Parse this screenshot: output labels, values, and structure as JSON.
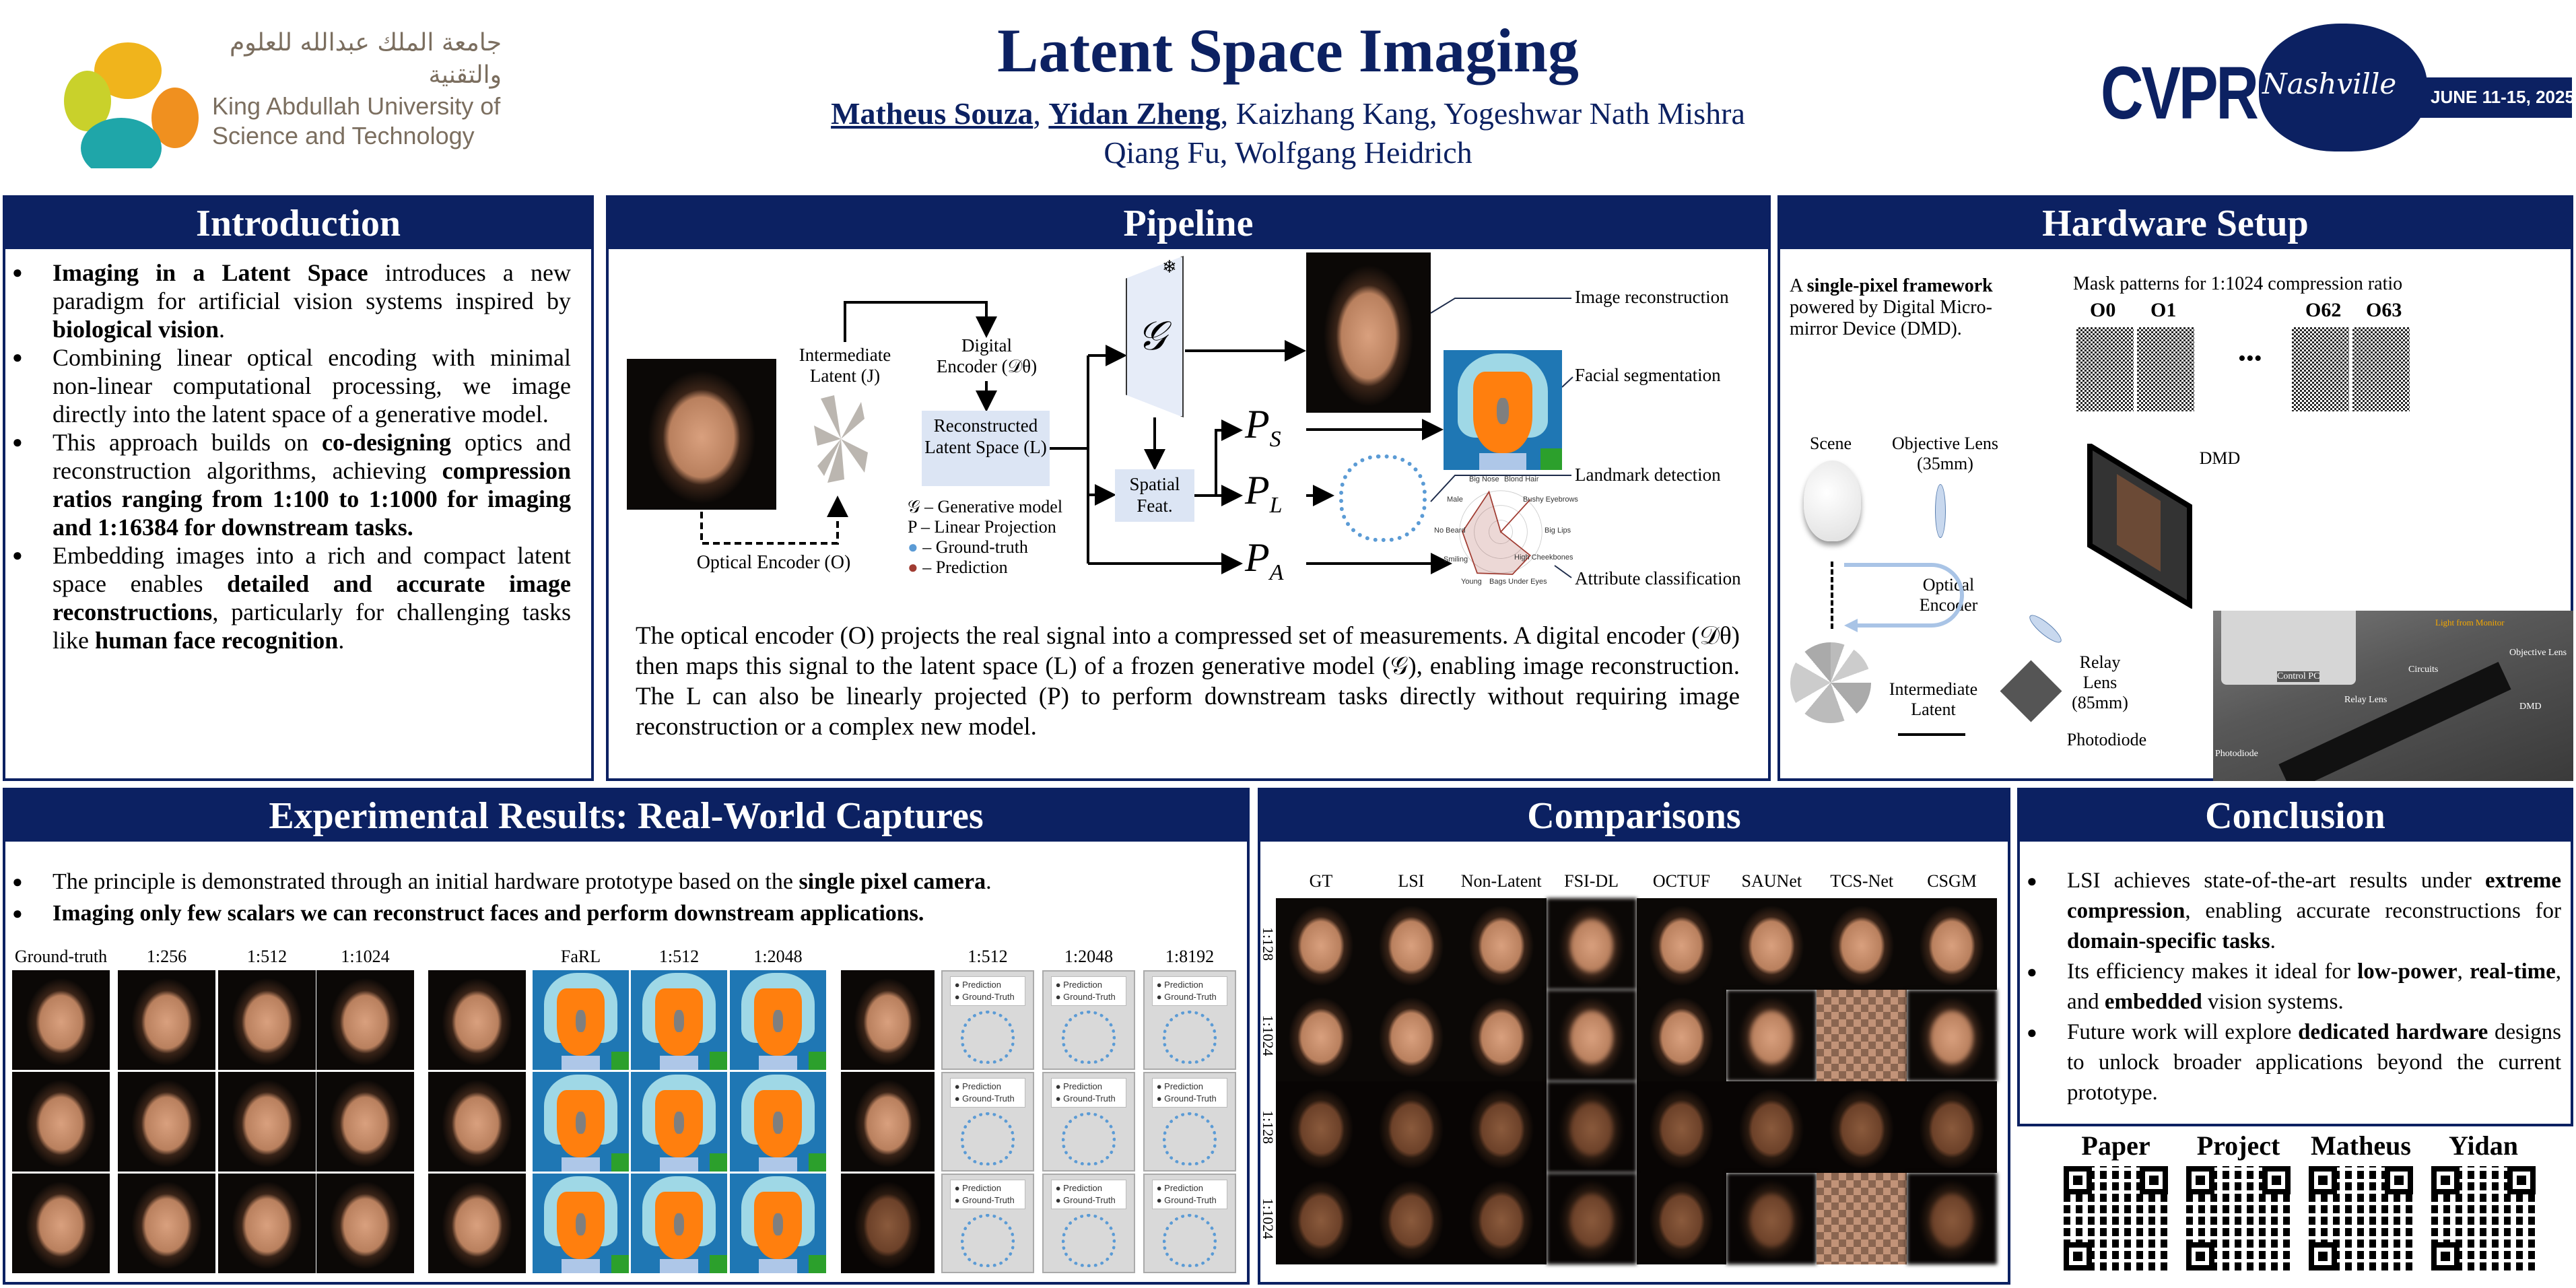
{
  "header": {
    "title": "Latent Space Imaging",
    "authors_line1": [
      {
        "name": "Matheus Souza",
        "underline": true
      },
      {
        "name": "Yidan Zheng",
        "underline": true
      },
      {
        "name": "Kaizhang Kang"
      },
      {
        "name": "Yogeshwar Nath Mishra"
      }
    ],
    "authors_line2": "Qiang Fu, Wolfgang Heidrich",
    "kaust_logo": {
      "arabic": "جامعة الملك عبدالله للعلوم والتقنية",
      "line1": "King Abdullah University of",
      "line2": "Science and Technology"
    },
    "cvpr_logo": {
      "cvpr": "CVPR",
      "city": "Nashville",
      "dates": "JUNE 11-15, 2025"
    }
  },
  "introduction": {
    "title": "Introduction",
    "bullets": [
      [
        {
          "t": "Imaging in a Latent Space",
          "b": true
        },
        {
          "t": " introduces a new paradigm for artificial vision systems inspired by "
        },
        {
          "t": "biological vision",
          "b": true
        },
        {
          "t": "."
        }
      ],
      [
        {
          "t": "Combining linear optical encoding with minimal non-linear computational processing, we image directly into the latent space of a generative model."
        }
      ],
      [
        {
          "t": "This approach builds on "
        },
        {
          "t": "co-designing",
          "b": true
        },
        {
          "t": " optics and reconstruction algorithms, achieving "
        },
        {
          "t": "compression ratios ranging from 1:100 to 1:1000 for imaging and 1:16384 for downstream tasks.",
          "b": true
        }
      ],
      [
        {
          "t": "Embedding images into a rich and compact latent space enables "
        },
        {
          "t": "detailed and accurate image reconstructions",
          "b": true
        },
        {
          "t": ", particularly for challenging tasks like "
        },
        {
          "t": "human face recognition",
          "b": true
        },
        {
          "t": "."
        }
      ]
    ]
  },
  "pipeline": {
    "title": "Pipeline",
    "intermediate_latent": "Intermediate Latent (J)",
    "digital_encoder": "Digital Encoder (𝒟θ)",
    "reconstructed_latent": "Reconstructed Latent Space (L)",
    "optical_encoder": "Optical Encoder (O)",
    "generator": "𝒢",
    "spatial_feat": "Spatial Feat.",
    "ps": "P",
    "ps_sub": "S",
    "pl_sub": "L",
    "pa_sub": "A",
    "legend": [
      "𝒢 – Generative model",
      "P – Linear Projection",
      "– Ground-truth",
      "– Prediction"
    ],
    "outputs": [
      "Image reconstruction",
      "Facial segmentation",
      "Landmark detection",
      "Attribute classification"
    ],
    "radar_labels": [
      "Big Nose",
      "Blond Hair",
      "Bushy Eyebrows",
      "Big Lips",
      "High Cheekbones",
      "Bags Under Eyes",
      "Young",
      "Smiling",
      "No Beard",
      "Male"
    ],
    "description": "The optical encoder (O) projects the real signal into a compressed set of measurements. A digital encoder (𝒟θ) then maps this signal to the latent space (L) of a frozen generative model (𝒢), enabling image reconstruction. The L can also be linearly projected (P) to perform downstream tasks directly without requiring image reconstruction or a complex new model."
  },
  "hardware": {
    "title": "Hardware Setup",
    "intro_bold": "single-pixel framework",
    "intro_pre": "A ",
    "intro_post": " powered by Digital Micro-mirror Device (DMD).",
    "mask_title": "Mask patterns for 1:1024 compression ratio",
    "masks": [
      "O0",
      "O1",
      "O62",
      "O63"
    ],
    "ellipsis": "•••",
    "labels": {
      "scene": "Scene",
      "objective": "Objective Lens (35mm)",
      "dmd": "DMD",
      "optical_encoder": "Optical Encoder",
      "relay": "Relay Lens (85mm)",
      "latent": "Intermediate Latent",
      "photodiode": "Photodiode"
    },
    "photo_labels": [
      "Light from Monitor",
      "Objective Lens",
      "Circuits",
      "Control PC",
      "DMD",
      "Relay Lens",
      "Photodiode"
    ]
  },
  "results": {
    "title": "Experimental Results: Real-World Captures",
    "bullets": [
      [
        {
          "t": "The principle is demonstrated through an initial hardware prototype based on the "
        },
        {
          "t": "single pixel camera",
          "b": true
        },
        {
          "t": "."
        }
      ],
      [
        {
          "t": "Imaging only few scalars we can reconstruct faces and perform downstream applications.",
          "b": true
        }
      ]
    ],
    "recon_cols": [
      "Ground-truth",
      "1:256",
      "1:512",
      "1:1024"
    ],
    "seg_cols": [
      "FaRL",
      "1:512",
      "1:2048"
    ],
    "lmk_cols": [
      "1:512",
      "1:2048",
      "1:8192"
    ],
    "lmk_legend": [
      "Prediction",
      "Ground-Truth"
    ]
  },
  "comparisons": {
    "title": "Comparisons",
    "cols": [
      "GT",
      "LSI",
      "Non-Latent",
      "FSI-DL",
      "OCTUF",
      "SAUNet",
      "TCS-Net",
      "CSGM"
    ],
    "rows": [
      "1:128",
      "1:1024",
      "1:128",
      "1:1024"
    ]
  },
  "conclusion": {
    "title": "Conclusion",
    "bullets": [
      [
        {
          "t": "LSI achieves state-of-the-art results under "
        },
        {
          "t": "extreme compression",
          "b": true
        },
        {
          "t": ", enabling accurate reconstructions for "
        },
        {
          "t": "domain-specific tasks",
          "b": true
        },
        {
          "t": "."
        }
      ],
      [
        {
          "t": "Its efficiency makes it ideal for "
        },
        {
          "t": "low-power",
          "b": true
        },
        {
          "t": ", "
        },
        {
          "t": "real-time",
          "b": true
        },
        {
          "t": ", and "
        },
        {
          "t": "embedded",
          "b": true
        },
        {
          "t": " vision systems."
        }
      ],
      [
        {
          "t": "Future work will explore "
        },
        {
          "t": "dedicated hardware",
          "b": true
        },
        {
          "t": " designs to unlock broader applications beyond the current prototype."
        }
      ]
    ],
    "qr_labels": [
      "Paper",
      "Project",
      "Matheus",
      "Yidan"
    ]
  },
  "colors": {
    "navy": "#0c2162",
    "seg_bg": "#1f77b4",
    "seg_skin": "#ff7f0e",
    "seg_hair": "#9fd8e6"
  }
}
